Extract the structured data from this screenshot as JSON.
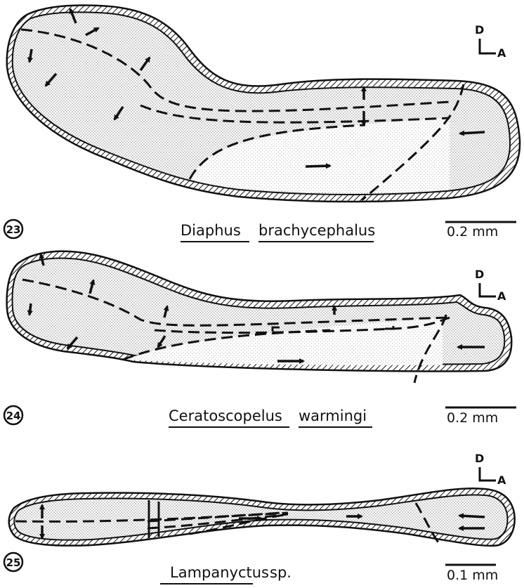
{
  "figures": [
    {
      "number": "23",
      "species_genus": "Diaphus",
      "species_epithet": "brachycephalus",
      "scale_label": "0.2 mm",
      "orientation": {
        "dorsal": "D",
        "anterior": "A"
      }
    },
    {
      "number": "24",
      "species_genus": "Ceratoscopelus",
      "species_epithet": "warmingi",
      "scale_label": "0.2 mm",
      "orientation": {
        "dorsal": "D",
        "anterior": "A"
      }
    },
    {
      "number": "25",
      "species_genus": "Lampanyctus",
      "species_epithet": "sp.",
      "scale_label": "0.1 mm",
      "orientation": {
        "dorsal": "D",
        "anterior": "A"
      }
    }
  ],
  "colors": {
    "ink": "#111111",
    "stipple": "#9a9a9a",
    "background": "#ffffff"
  }
}
